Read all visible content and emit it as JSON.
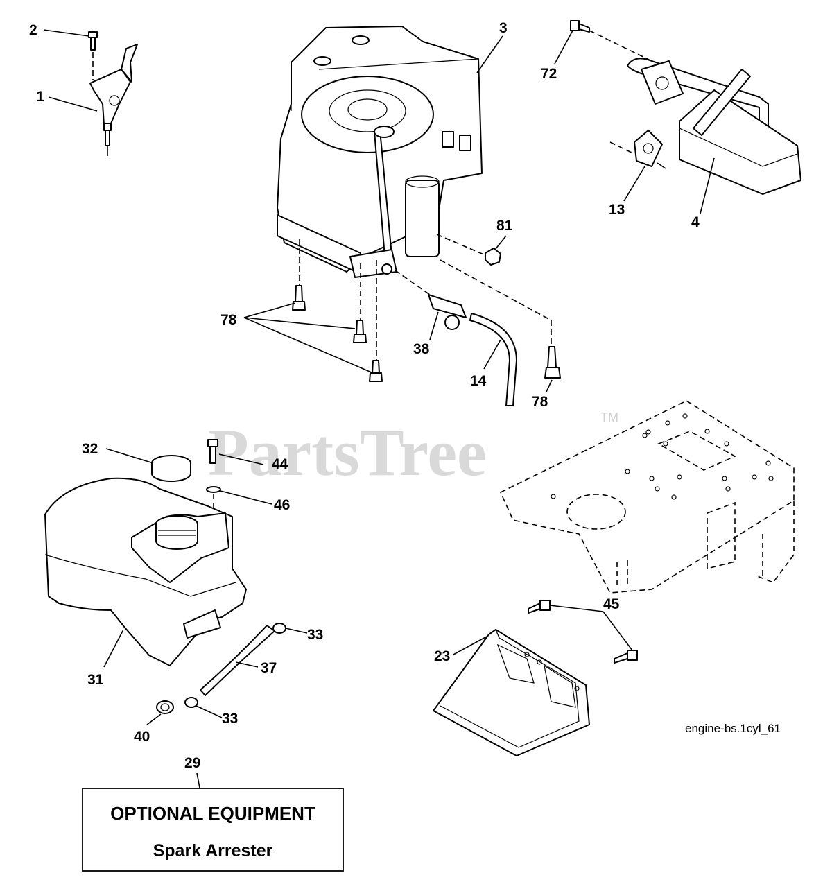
{
  "watermark": {
    "text": "PartsTree",
    "tm": "TM"
  },
  "diagram_code": "engine-bs.1cyl_61",
  "callouts": {
    "c1": "1",
    "c2": "2",
    "c3": "3",
    "c4": "4",
    "c13": "13",
    "c14": "14",
    "c23": "23",
    "c29": "29",
    "c31": "31",
    "c32": "32",
    "c33a": "33",
    "c33b": "33",
    "c37": "37",
    "c38": "38",
    "c40": "40",
    "c44": "44",
    "c45": "45",
    "c46": "46",
    "c72": "72",
    "c78a": "78",
    "c78b": "78",
    "c81": "81"
  },
  "optional_box": {
    "title": "OPTIONAL EQUIPMENT",
    "subtitle": "Spark Arrester"
  }
}
